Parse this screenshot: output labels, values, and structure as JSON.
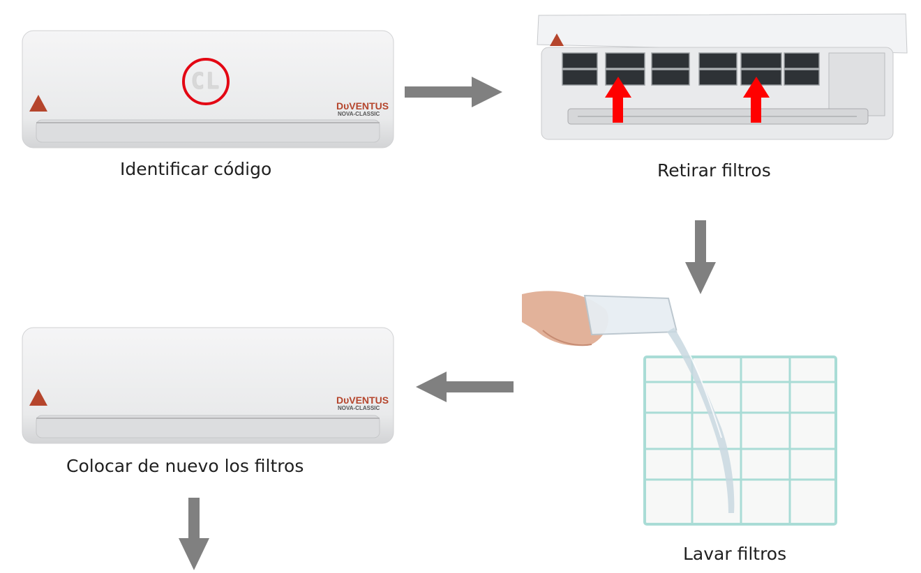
{
  "steps": [
    {
      "label": "Identificar código",
      "display_code": "CL"
    },
    {
      "label": "Retirar filtros"
    },
    {
      "label": "Lavar filtros"
    },
    {
      "label": "Colocar de nuevo los filtros"
    }
  ],
  "unit": {
    "brand": "DᴜVENTUS",
    "model": "NOVA-CLASSIC"
  },
  "colors": {
    "arrow": "#808080",
    "highlight": "#e30613",
    "brand": "#b5452c",
    "filter_frame": "#a9dcd6"
  }
}
